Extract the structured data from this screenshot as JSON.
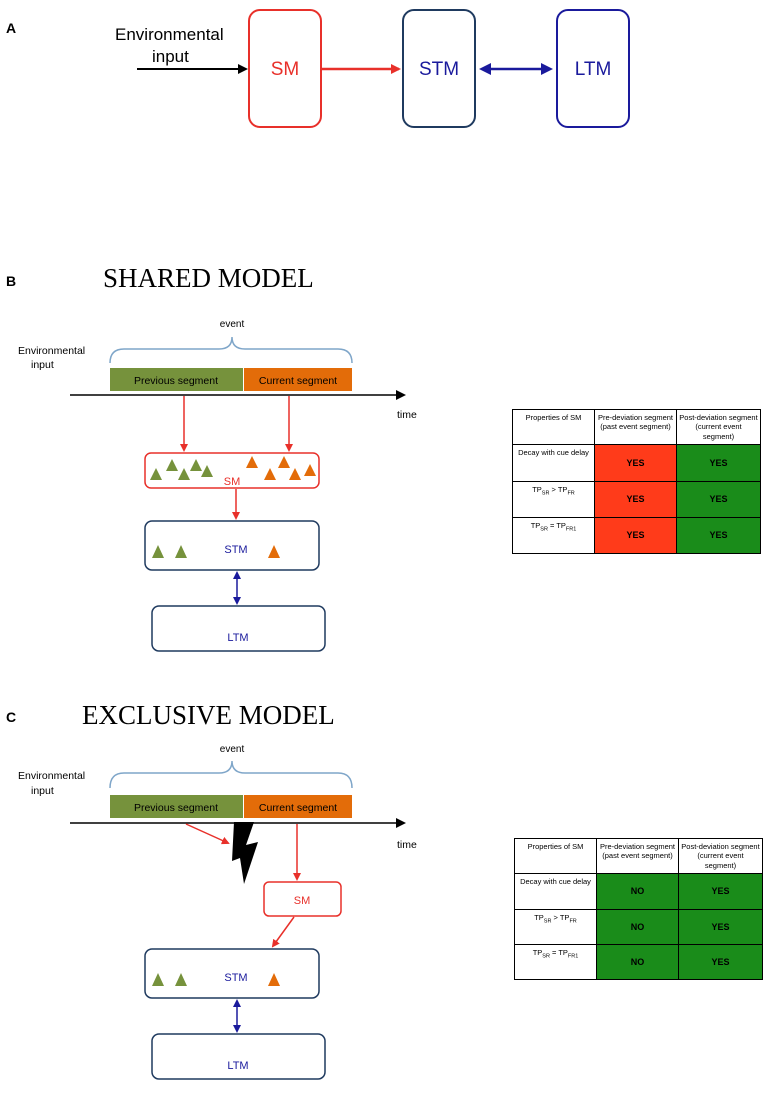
{
  "panel_a": {
    "label": "A",
    "input_label_line1": "Environmental",
    "input_label_line2": "input",
    "sm": "SM",
    "stm": "STM",
    "ltm": "LTM"
  },
  "panel_b": {
    "label": "B",
    "title": "SHARED MODEL",
    "event": "event",
    "input_label_line1": "Environmental",
    "input_label_line2": "input",
    "previous_segment": "Previous segment",
    "current_segment": "Current segment",
    "time": "time",
    "sm": "SM",
    "stm": "STM",
    "ltm": "LTM",
    "table": {
      "header": [
        "Properties of SM",
        "Pre-deviation segment (past event segment)",
        "Post-deviation segment (current event segment)"
      ],
      "rows": [
        {
          "property": "Decay with cue delay",
          "pre": "YES",
          "post": "YES"
        },
        {
          "property_main": "TP",
          "sub1": "SR",
          "mid": " > TP",
          "sub2": "FR",
          "pre": "YES",
          "post": "YES"
        },
        {
          "property_main": "TP",
          "sub1": "SR",
          "mid": " = TP",
          "sub2": "FR1",
          "pre": "YES",
          "post": "YES"
        }
      ]
    }
  },
  "panel_c": {
    "label": "C",
    "title": "EXCLUSIVE MODEL",
    "event": "event",
    "input_label_line1": "Environmental",
    "input_label_line2": "input",
    "previous_segment": "Previous segment",
    "current_segment": "Current segment",
    "time": "time",
    "sm": "SM",
    "stm": "STM",
    "ltm": "LTM",
    "table": {
      "header": [
        "Properties of SM",
        "Pre-deviation segment (past event segment)",
        "Post-deviation segment (current event segment)"
      ],
      "rows": [
        {
          "property": "Decay with cue delay",
          "pre": "NO",
          "post": "YES"
        },
        {
          "property_main": "TP",
          "sub1": "SR",
          "mid": " > TP",
          "sub2": "FR",
          "pre": "NO",
          "post": "YES"
        },
        {
          "property_main": "TP",
          "sub1": "SR",
          "mid": " = TP",
          "sub2": "FR1",
          "pre": "NO",
          "post": "YES"
        }
      ]
    }
  },
  "colors": {
    "sm_red": "#e8302a",
    "stm_navy": "#1f3a5f",
    "ltm_blue": "#1a1a9c",
    "green_segment": "#76923c",
    "orange_segment": "#e36c09",
    "table_red": "#ff3b1a",
    "table_green": "#1a8c1a",
    "brace_blue": "#7fa6c9"
  }
}
